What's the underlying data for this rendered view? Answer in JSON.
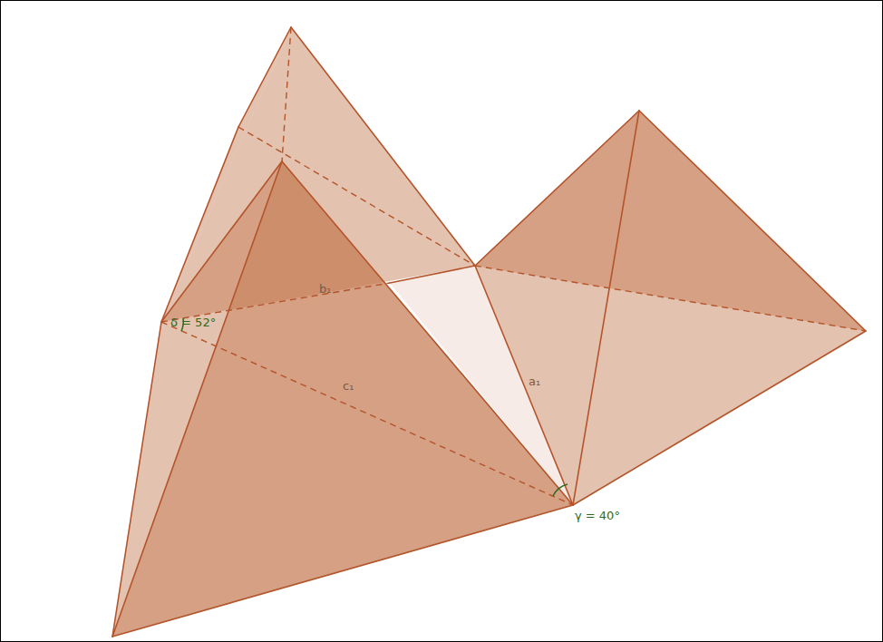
{
  "diagram": {
    "labels": [
      "δ = 52°",
      "b₁",
      "c₁",
      "a₁",
      "γ = 40°"
    ]
  }
}
